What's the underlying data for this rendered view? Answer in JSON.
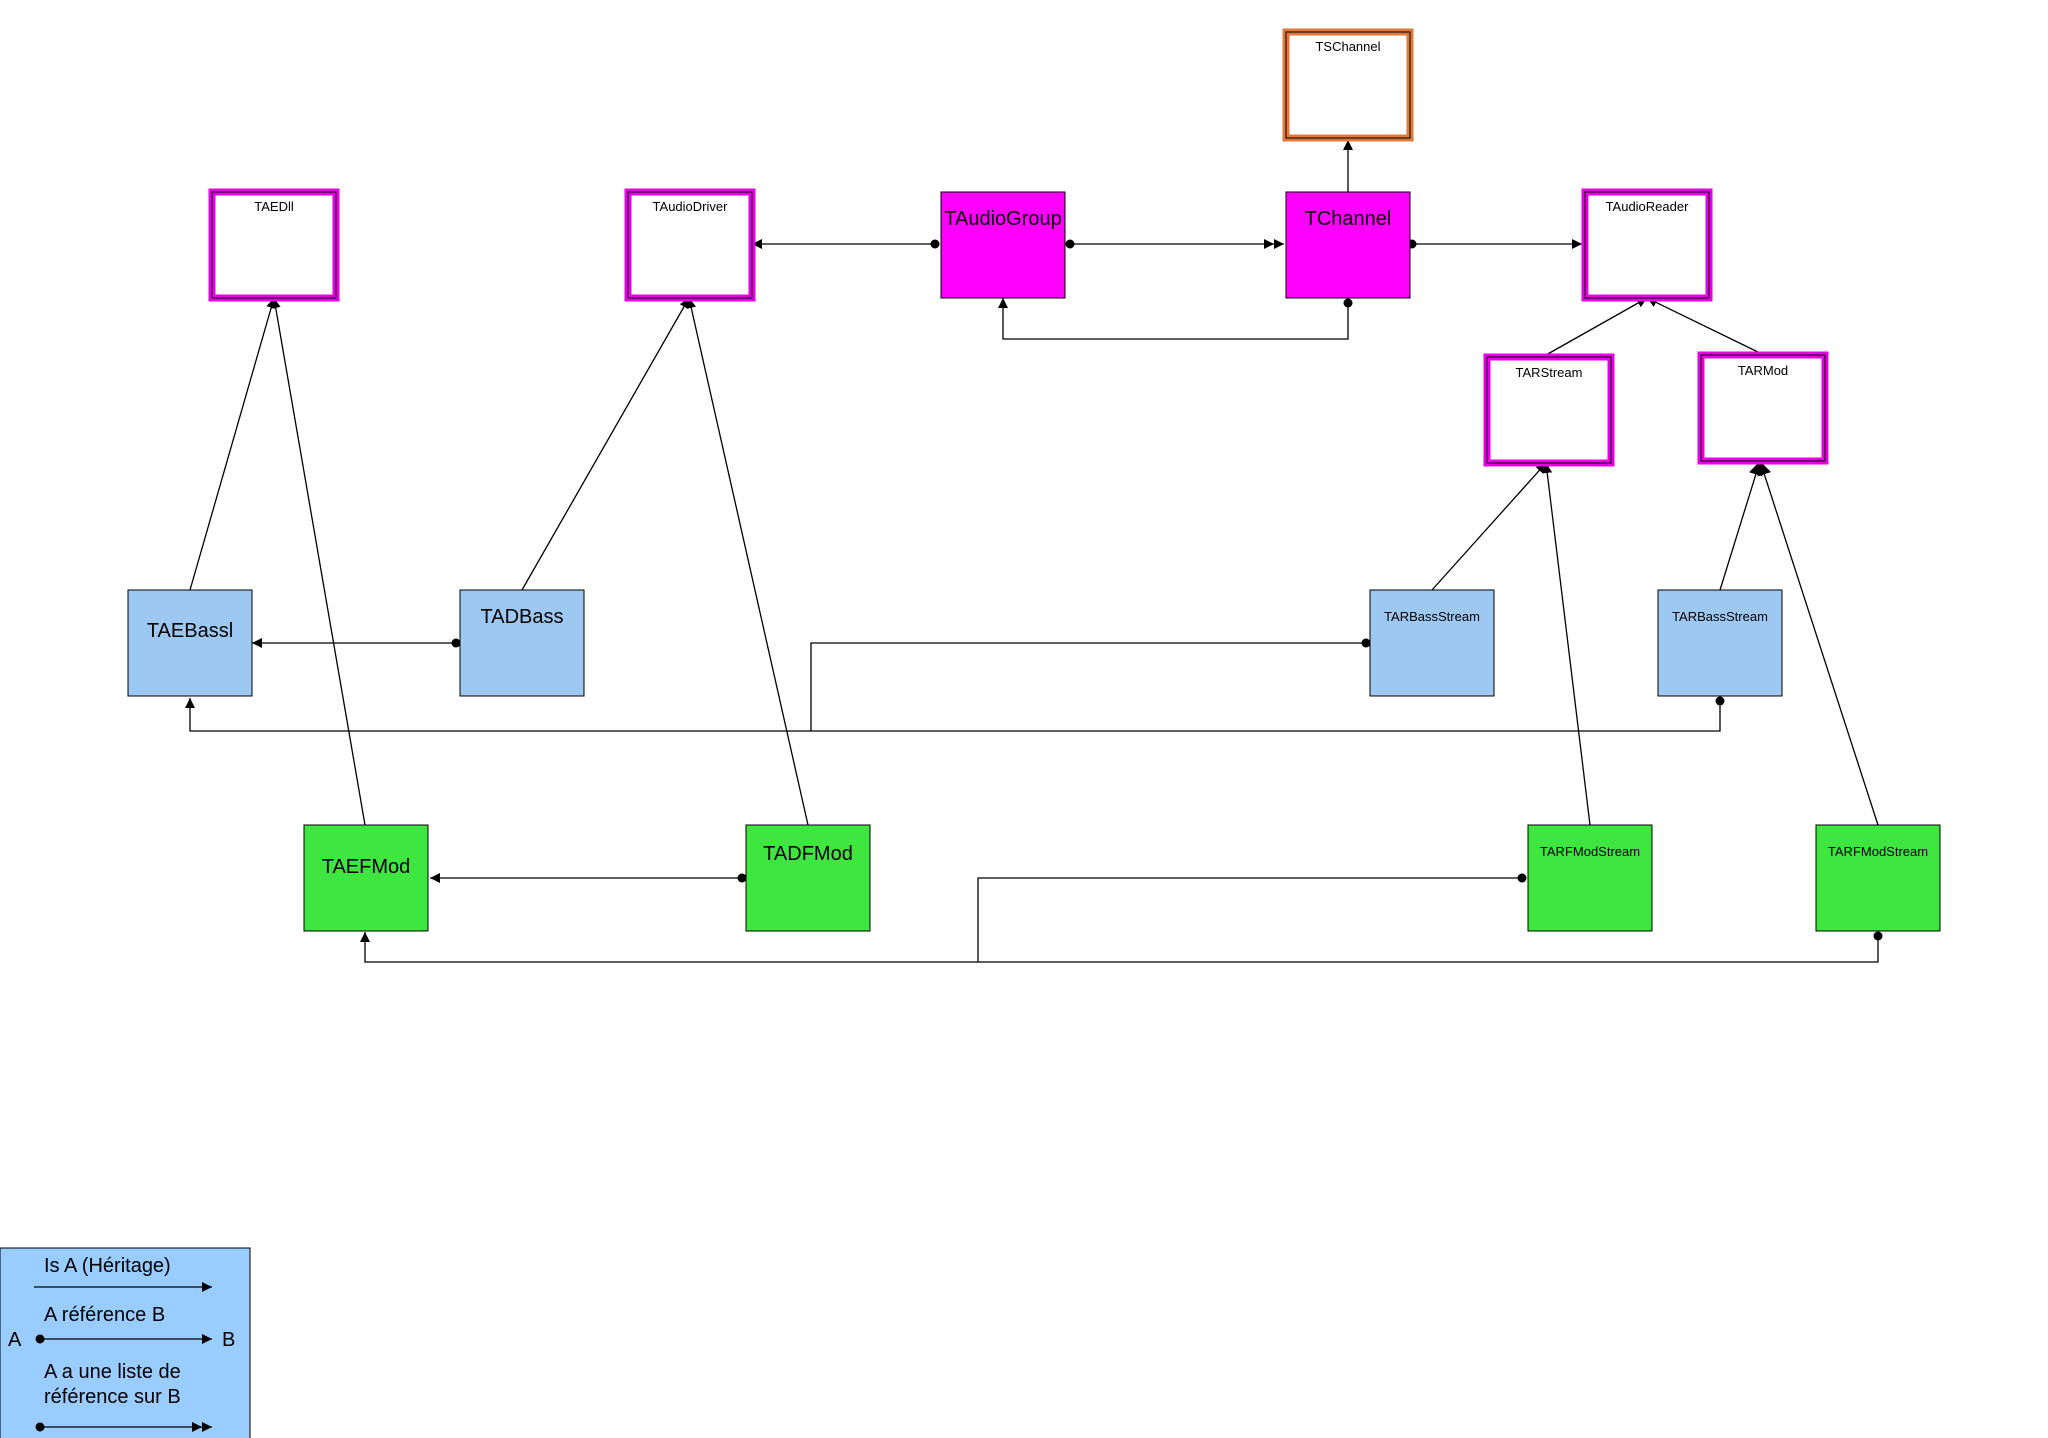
{
  "colors": {
    "abstract_border": "#e600e6",
    "abstract_fill": "#ffffff",
    "tschannel_border": "#e0783c",
    "group_fill": "#ff00ff",
    "bass_fill": "#9dc8f2",
    "fmod_fill": "#3fe63f",
    "legend_fill": "#99ccff",
    "line": "#000000"
  },
  "nodes": {
    "tschannel": "TSChannel",
    "taedll": "TAEDll",
    "taudiodriver": "TAudioDriver",
    "taudiogroup": "TAudioGroup",
    "tchannel": "TChannel",
    "taudioreader": "TAudioReader",
    "tarstream": "TARStream",
    "tarmod": "TARMod",
    "taebassl": "TAEBassl",
    "tadbass": "TADBass",
    "tarbassstream_1": "TARBassStream",
    "tarbassstream_2": "TARBassStream",
    "taefmod": "TAEFMod",
    "tadfmod": "TADFMod",
    "tarfmodstream_1": "TARFModStream",
    "tarfmodstream_2": "TARFModStream"
  },
  "legend": {
    "is_a": "Is A (Héritage)",
    "reference": "A référence B",
    "label_a": "A",
    "label_b": "B",
    "list_line1": "A a une liste de",
    "list_line2": "référence sur B"
  }
}
